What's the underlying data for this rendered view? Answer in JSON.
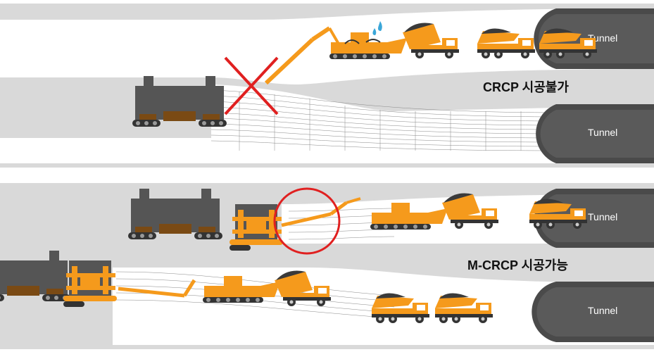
{
  "top_panel": {
    "tunnel_upper_label": "Tunnel",
    "tunnel_lower_label": "Tunnel",
    "caption": "CRCP 시공불가"
  },
  "bottom_panel": {
    "tunnel_upper_label": "Tunnel",
    "tunnel_lower_label": "Tunnel",
    "caption": "M-CRCP 시공가능"
  },
  "colors": {
    "background_gray": "#d9d9d9",
    "road_white": "#ffffff",
    "tunnel_dark": "#4a4a4a",
    "machine_dark": "#555555",
    "equipment_orange": "#f59a1c",
    "cross_red": "#e02020",
    "circle_red": "#e02020"
  },
  "icons": [
    "paver-icon",
    "excavator-icon",
    "dump-truck-icon",
    "sweating-face-icon",
    "red-x-icon",
    "red-circle-icon"
  ]
}
